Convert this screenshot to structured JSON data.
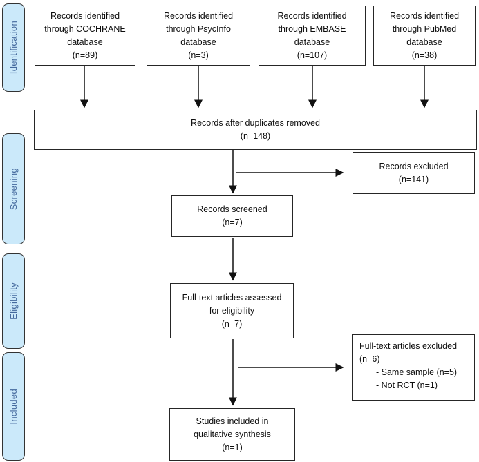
{
  "stages": [
    "Identification",
    "Screening",
    "Eligibility",
    "Included"
  ],
  "boxes": {
    "cochrane": {
      "lines": [
        "Records identified",
        "through COCHRANE",
        "database",
        "(n=89)"
      ]
    },
    "psycinfo": {
      "lines": [
        "Records identified",
        "through PsycInfo",
        "database",
        "(n=3)"
      ]
    },
    "embase": {
      "lines": [
        "Records identified",
        "through EMBASE",
        "database",
        "(n=107)"
      ]
    },
    "pubmed": {
      "lines": [
        "Records identified",
        "through PubMed",
        "database",
        "(n=38)"
      ]
    },
    "duplicates_removed": {
      "lines": [
        "Records after duplicates removed",
        "(n=148)"
      ]
    },
    "records_excluded": {
      "lines": [
        "Records excluded",
        "(n=141)"
      ]
    },
    "records_screened": {
      "lines": [
        "Records screened",
        "(n=7)"
      ]
    },
    "fulltext_assessed": {
      "lines": [
        "Full-text articles assessed",
        "for eligibility",
        "(n=7)"
      ]
    },
    "fulltext_excluded": {
      "lines": [
        "Full-text articles excluded",
        "(n=6)",
        "- Same sample (n=5)",
        "- Not RCT (n=1)"
      ]
    },
    "studies_included": {
      "lines": [
        "Studies included in",
        "qualitative synthesis",
        "(n=1)"
      ]
    }
  },
  "colors": {
    "stage_fill": "#cbe9fa",
    "stage_text": "#44699d",
    "box_border": "#262626",
    "box_fill": "#ffffff",
    "arrow": "#111111"
  }
}
